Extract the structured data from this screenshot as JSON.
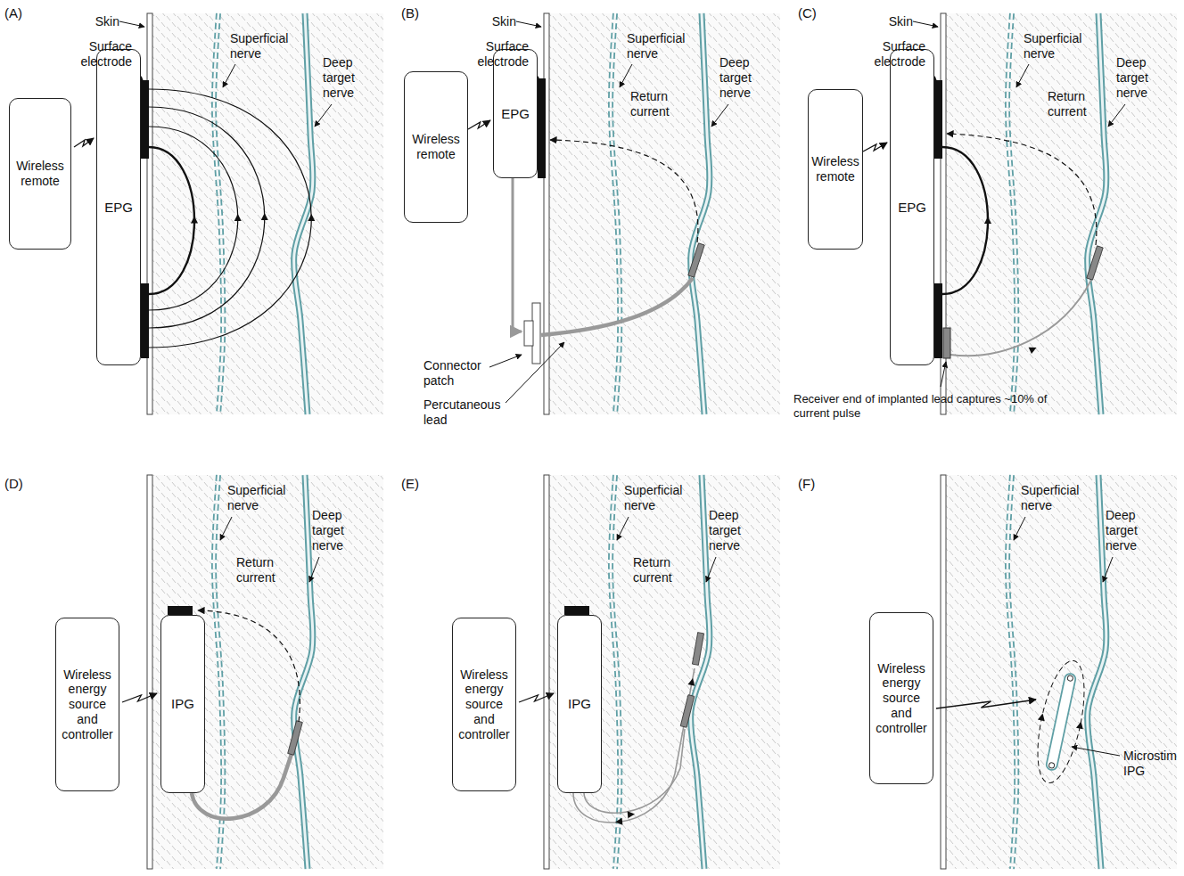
{
  "diagram": {
    "nodes": [
      {
        "text": [
          "Wireless remote"
        ]
      },
      {
        "text": [
          "EPG"
        ]
      },
      {
        "text": [
          "Wireless remote"
        ]
      },
      {
        "text": [
          "EPG"
        ]
      },
      {
        "text": [
          "Wireless remote"
        ]
      },
      {
        "text": [
          "EPG"
        ]
      },
      {
        "text": [
          "Wireless energy source and controller"
        ]
      },
      {
        "text": [
          "IPG"
        ]
      },
      {
        "text": [
          "Wireless energy source and controller"
        ]
      },
      {
        "text": [
          "IPG"
        ]
      },
      {
        "text": [
          "Wireless energy source and controller"
        ]
      }
    ],
    "labels": [
      "(A)",
      "Skin",
      "Surface electrode",
      "Superficial nerve",
      "Deep target nerve",
      "(B)",
      "Skin",
      "Surface electrode",
      "Superficial nerve",
      "Deep target nerve",
      "Return current",
      "Connector patch",
      "Percutaneous lead",
      "(C)",
      "Skin",
      "Surface electrode",
      "Superficial nerve",
      "Deep target nerve",
      "Return current",
      "Receiver end of implanted lead captures ~10% of current pulse",
      "(D)",
      "Superficial nerve",
      "Deep target nerve",
      "Return current",
      "(E)",
      "Superficial nerve",
      "Deep target nerve",
      "Return current",
      "(F)",
      "Superficial nerve",
      "Deep target nerve",
      "Microstim IPG"
    ]
  }
}
